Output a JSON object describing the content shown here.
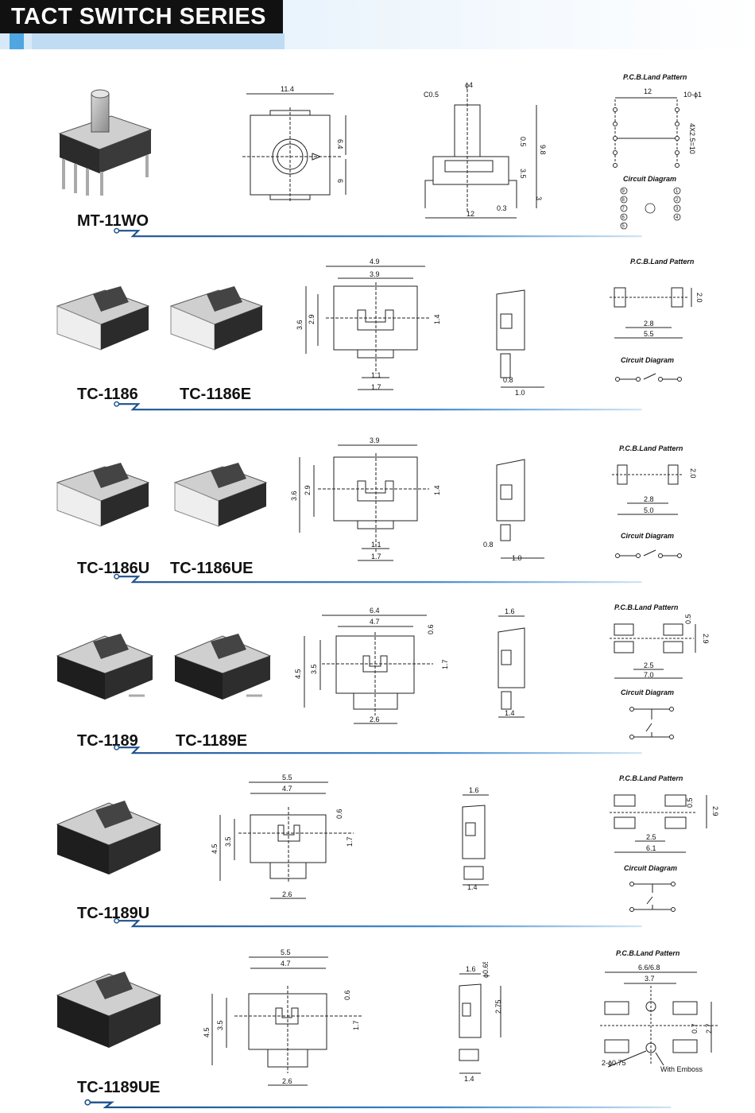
{
  "header": {
    "title": "TACT SWITCH SERIES"
  },
  "labels": {
    "pcb": "P.C.B.Land Pattern",
    "circuit": "Circuit Diagram",
    "emboss": "With Emboss"
  },
  "sections": [
    {
      "id": "mt11wo",
      "models": [
        "MT-11WO"
      ],
      "dims_top": [
        "11.4",
        "6.4",
        "6"
      ],
      "dims_side": [
        "ϕ4",
        "C0.5",
        "0.5",
        "9.8",
        "3.5",
        "3",
        "12",
        "0.3"
      ],
      "dims_pcb": [
        "12",
        "10-ϕ1",
        "4X2.5=10"
      ],
      "pins": [
        "1",
        "2",
        "3",
        "4",
        "5",
        "6",
        "7",
        "8",
        "9"
      ]
    },
    {
      "id": "tc1186",
      "models": [
        "TC-1186",
        "TC-1186E"
      ],
      "dims_top": [
        "4.9",
        "3.9",
        "3.6",
        "2.9",
        "1.4",
        "1.1",
        "1.7"
      ],
      "dims_side": [
        "0.8",
        "1.0"
      ],
      "dims_pcb": [
        "2.0",
        "2.8",
        "5.5"
      ]
    },
    {
      "id": "tc1186u",
      "models": [
        "TC-1186U",
        "TC-1186UE"
      ],
      "dims_top": [
        "3.9",
        "3.6",
        "2.9",
        "1.4",
        "1.1",
        "1.7"
      ],
      "dims_side": [
        "0.8",
        "1.0"
      ],
      "dims_pcb": [
        "2.0",
        "2.8",
        "5.0"
      ]
    },
    {
      "id": "tc1189",
      "models": [
        "TC-1189",
        "TC-1189E"
      ],
      "dims_top": [
        "6.4",
        "4.7",
        "0.6",
        "4.5",
        "3.5",
        "1.7",
        "2.6"
      ],
      "dims_side": [
        "1.6",
        "1.4"
      ],
      "dims_pcb": [
        "0.5",
        "2.9",
        "2.5",
        "7.0"
      ]
    },
    {
      "id": "tc1189u",
      "models": [
        "TC-1189U"
      ],
      "dims_top": [
        "5.5",
        "4.7",
        "0.6",
        "4.5",
        "3.5",
        "1.7",
        "2.6"
      ],
      "dims_side": [
        "1.6",
        "1.4"
      ],
      "dims_pcb": [
        "0.5",
        "2.9",
        "2.5",
        "6.1"
      ]
    },
    {
      "id": "tc1189ue",
      "models": [
        "TC-1189UE"
      ],
      "dims_top": [
        "5.5",
        "4.7",
        "0.6",
        "4.5",
        "3.5",
        "1.7",
        "2.6"
      ],
      "dims_side": [
        "1.6",
        "ϕ0.65",
        "2.75",
        "1.4"
      ],
      "dims_pcb": [
        "6.6/6.8",
        "3.7",
        "0.7",
        "2.7",
        "2-ϕ0.75"
      ]
    }
  ],
  "colors": {
    "accent": "#1b5fa8",
    "header_bg": "#111111",
    "separator": "#2a6fb5"
  }
}
